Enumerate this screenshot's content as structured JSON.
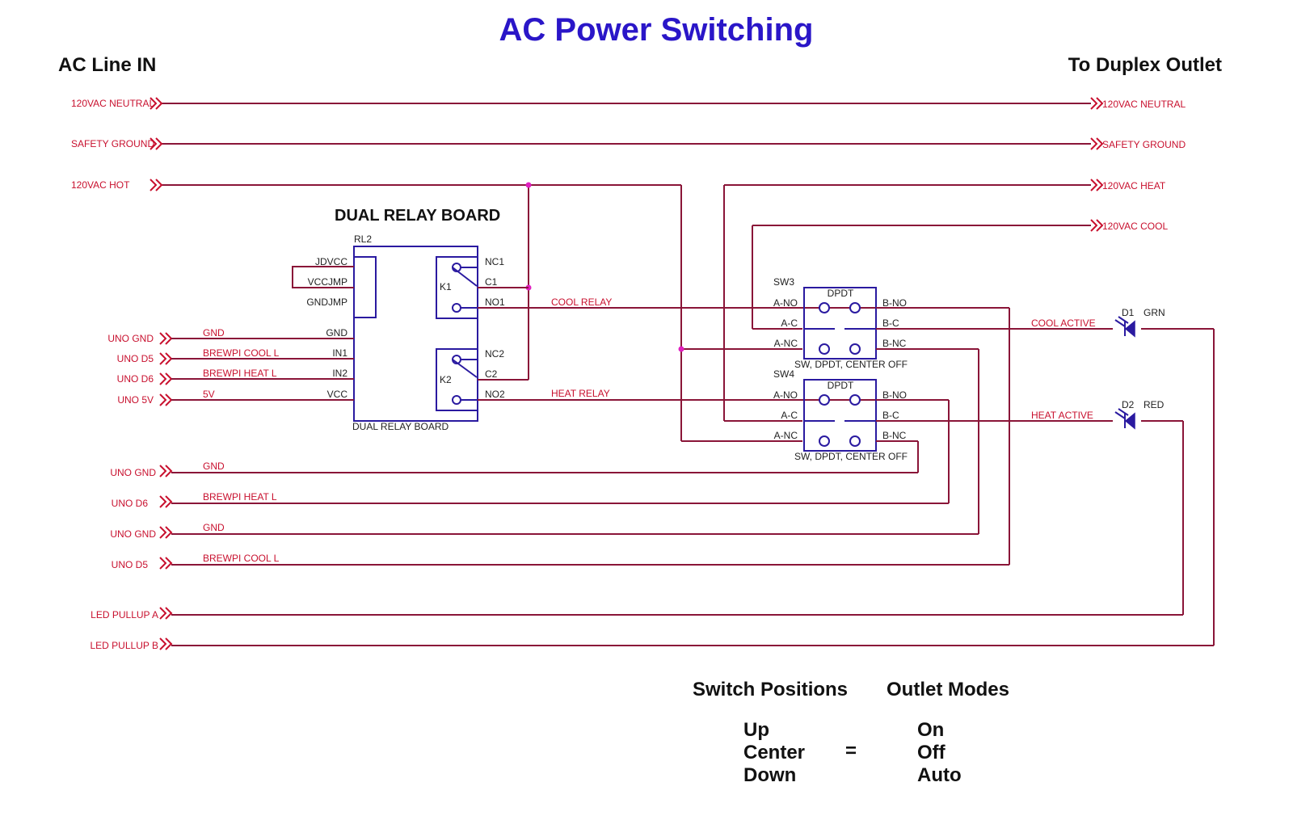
{
  "title": "AC Power Switching",
  "headers": {
    "left": "AC Line IN",
    "right": "To Duplex Outlet"
  },
  "power_left": [
    "120VAC NEUTRAL",
    "SAFETY GROUND",
    "120VAC HOT"
  ],
  "power_right": [
    "120VAC NEUTRAL",
    "SAFETY GROUND",
    "120VAC HEAT",
    "120VAC COOL"
  ],
  "relay": {
    "heading": "DUAL RELAY BOARD",
    "ref": "RL2",
    "footer": "DUAL RELAY BOARD",
    "left_pins": [
      "JDVCC",
      "VCCJMP",
      "GNDJMP",
      "GND",
      "IN1",
      "IN2",
      "VCC"
    ],
    "right_pins": [
      "NC1",
      "C1",
      "NO1",
      "NC2",
      "C2",
      "NO2"
    ],
    "relays": [
      "K1",
      "K2"
    ]
  },
  "inputs": [
    "UNO GND",
    "UNO D5",
    "UNO D6",
    "UNO 5V"
  ],
  "input_nets": [
    "GND",
    "BREWPI COOL L",
    "BREWPI HEAT L",
    "5V"
  ],
  "relay_nets": [
    "COOL RELAY",
    "HEAT RELAY"
  ],
  "lower_ports": [
    "UNO GND",
    "UNO D6",
    "UNO GND",
    "UNO D5",
    "LED PULLUP A",
    "LED PULLUP B"
  ],
  "lower_nets": [
    "GND",
    "BREWPI HEAT L",
    "GND",
    "BREWPI COOL L"
  ],
  "switches": [
    {
      "ref": "SW3",
      "type": "DPDT",
      "desc": "SW, DPDT, CENTER OFF",
      "left_pins": [
        "A-NO",
        "A-C",
        "A-NC"
      ],
      "right_pins": [
        "B-NO",
        "B-C",
        "B-NC"
      ]
    },
    {
      "ref": "SW4",
      "type": "DPDT",
      "desc": "SW, DPDT, CENTER OFF",
      "left_pins": [
        "A-NO",
        "A-C",
        "A-NC"
      ],
      "right_pins": [
        "B-NO",
        "B-C",
        "B-NC"
      ]
    }
  ],
  "leds": [
    {
      "ref": "D1",
      "color": "GRN",
      "net": "COOL ACTIVE"
    },
    {
      "ref": "D2",
      "color": "RED",
      "net": "HEAT ACTIVE"
    }
  ],
  "legend": {
    "col1_header": "Switch Positions",
    "col2_header": "Outlet Modes",
    "positions": [
      "Up",
      "Center",
      "Down"
    ],
    "equals": "=",
    "modes": [
      "On",
      "Off",
      "Auto"
    ]
  },
  "colors": {
    "title": "#2a16c8",
    "wire": "#8a1538",
    "label": "#c8102e",
    "component": "#2a1aa0",
    "junction": "#e020c0"
  }
}
